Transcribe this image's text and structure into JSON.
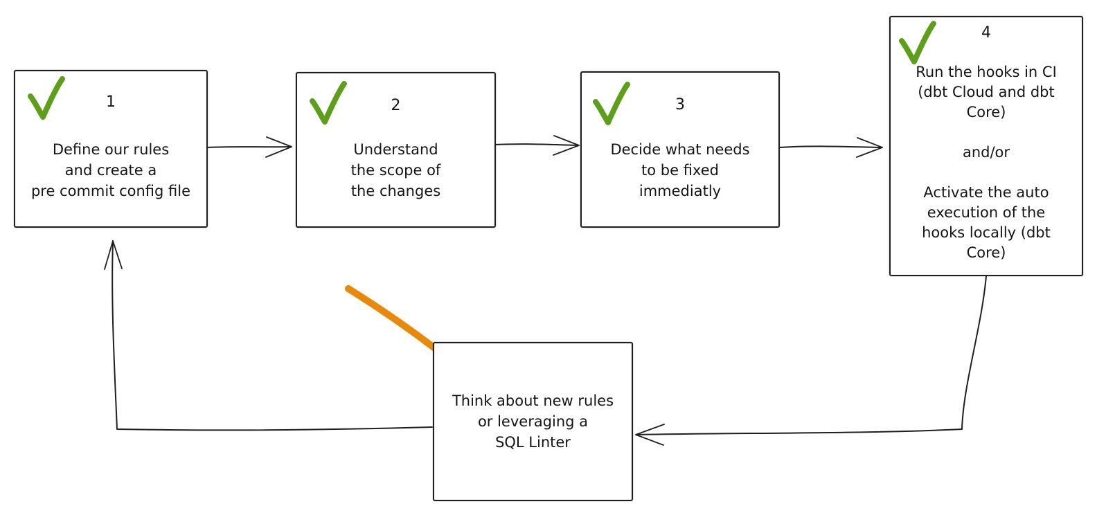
{
  "diagram": {
    "type": "flowchart",
    "background": "#ffffff",
    "colors": {
      "stroke": "#1f1f1f",
      "check_green": "#5d9e1b",
      "arrow_orange": "#e8890c"
    },
    "steps": [
      {
        "number": "1",
        "checked": true,
        "text": "Define our rules\nand create a\npre commit config file"
      },
      {
        "number": "2",
        "checked": true,
        "text": "Understand\nthe scope of\nthe changes"
      },
      {
        "number": "3",
        "checked": true,
        "text": "Decide what needs\nto be fixed\nimmediatly"
      },
      {
        "number": "4",
        "checked": true,
        "text": "Run the hooks in CI\n(dbt Cloud and dbt\nCore)\n\nand/or\n\nActivate the auto\nexecution of the\nhooks locally (dbt\nCore)"
      },
      {
        "number": "",
        "checked": false,
        "text": "Think about new rules\nor leveraging a\nSQL Linter"
      }
    ],
    "connections": [
      {
        "from": "step 1",
        "to": "step 2",
        "style": "black arrow right"
      },
      {
        "from": "step 2",
        "to": "step 3",
        "style": "black arrow right"
      },
      {
        "from": "step 3",
        "to": "step 4",
        "style": "black arrow right"
      },
      {
        "from": "step 4",
        "to": "loop box",
        "style": "black elbow arrow down-left"
      },
      {
        "from": "loop box",
        "to": "step 1",
        "style": "black elbow arrow left-up"
      },
      {
        "from": "annotation",
        "to": "loop box",
        "style": "orange highlight arrow"
      }
    ]
  }
}
